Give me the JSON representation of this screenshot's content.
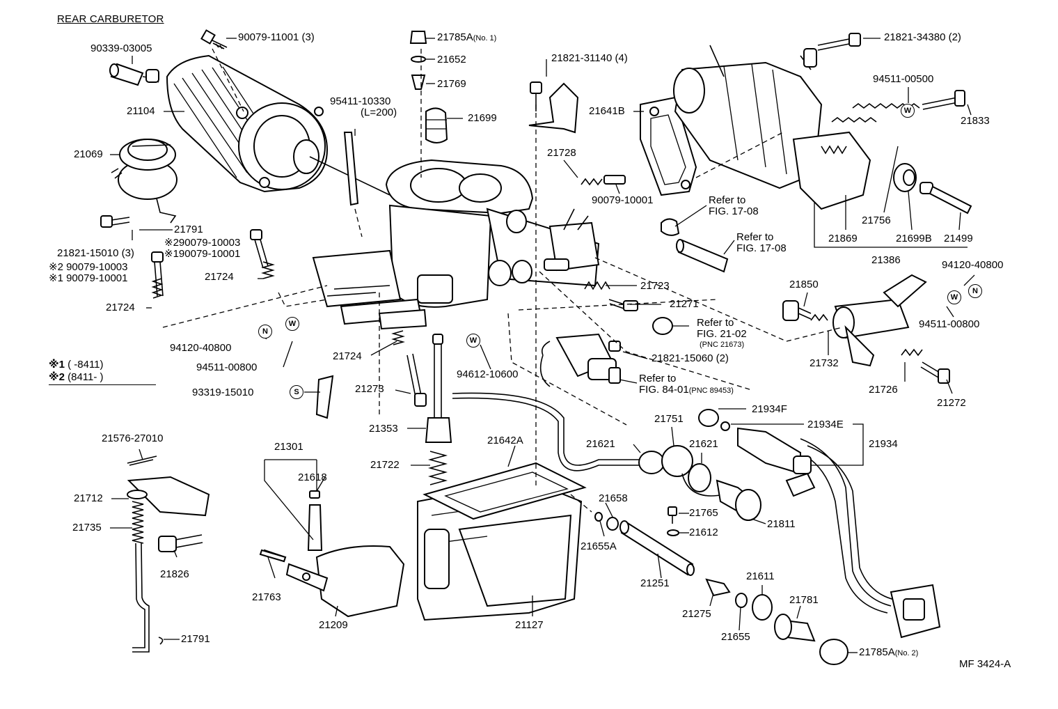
{
  "title": "REAR CARBURETOR",
  "footer_code": "MF 3424-A",
  "washer_letters": {
    "n": "N",
    "w": "W",
    "s": "S"
  },
  "legend": {
    "mark1": "※1",
    "range1": "(      -8411)",
    "mark2": "※2",
    "range2": "(8411-          )"
  },
  "labels": {
    "p90079_11001": "90079-11001 (3)",
    "p90339_03005": "90339-03005",
    "p21104": "21104",
    "p21069": "21069",
    "p95411": "95411-10330",
    "p95411_len": "(L=200)",
    "p21785A_1": "21785A",
    "p21785A_1_no": "(No. 1)",
    "p21652": "21652",
    "p21769": "21769",
    "p21699": "21699",
    "p21821_31140": "21821-31140 (4)",
    "p21641B": "21641B",
    "p21728": "21728",
    "p90079_10001_r": "90079-10001",
    "p21821_34380": "21821-34380 (2)",
    "p94511_00500": "94511-00500",
    "p21833": "21833",
    "ref1708a_1": "Refer to",
    "ref1708a_2": "FIG. 17-08",
    "ref1708b_1": "Refer to",
    "ref1708b_2": "FIG. 17-08",
    "p21756": "21756",
    "p21869": "21869",
    "p21699B": "21699B",
    "p21499": "21499",
    "p21386": "21386",
    "p21791_t": "21791",
    "p21821_15010": "21821-15010 (3)",
    "p2_90079_10003_a": "※290079-10003",
    "p1_90079_10001_a": "※190079-10001",
    "p2_90079_10003_b": "※2 90079-10003",
    "p1_90079_10001_b": "※1 90079-10001",
    "p21724_a": "21724",
    "p21724_b": "21724",
    "p21723": "21723",
    "p21271": "21271",
    "ref2102_1": "Refer to",
    "ref2102_2": "FIG. 21-02",
    "ref2102_3": "(PNC 21673)",
    "p94120_40800_r": "94120-40800",
    "p21850": "21850",
    "p94511_00800_r": "94511-00800",
    "p94120_40800_l": "94120-40800",
    "p94511_00800_l": "94511-00800",
    "p21724_c": "21724",
    "p94612_10600": "94612-10600",
    "p21821_15060": "21821-15060 (2)",
    "ref8401_1": "Refer to",
    "ref8401_2": "FIG. 84-01",
    "ref8401_3": "(PNC 89453)",
    "p21732": "21732",
    "p21726": "21726",
    "p21272": "21272",
    "p93319_15010": "93319-15010",
    "p21273": "21273",
    "p21934F": "21934F",
    "p21934E": "21934E",
    "p21934": "21934",
    "p21751": "21751",
    "p21576_27010": "21576-27010",
    "p21301": "21301",
    "p21353": "21353",
    "p21642A": "21642A",
    "p21621_a": "21621",
    "p21621_b": "21621",
    "p21618": "21618",
    "p21722": "21722",
    "p21712": "21712",
    "p21658": "21658",
    "p21765": "21765",
    "p21811": "21811",
    "p21735": "21735",
    "p21612": "21612",
    "p21655A": "21655A",
    "p21826": "21826",
    "p21611": "21611",
    "p21763": "21763",
    "p21251": "21251",
    "p21781": "21781",
    "p21275": "21275",
    "p21209": "21209",
    "p21127": "21127",
    "p21655": "21655",
    "p21791_b": "21791",
    "p21785A_2": "21785A",
    "p21785A_2_no": "(No. 2)"
  }
}
